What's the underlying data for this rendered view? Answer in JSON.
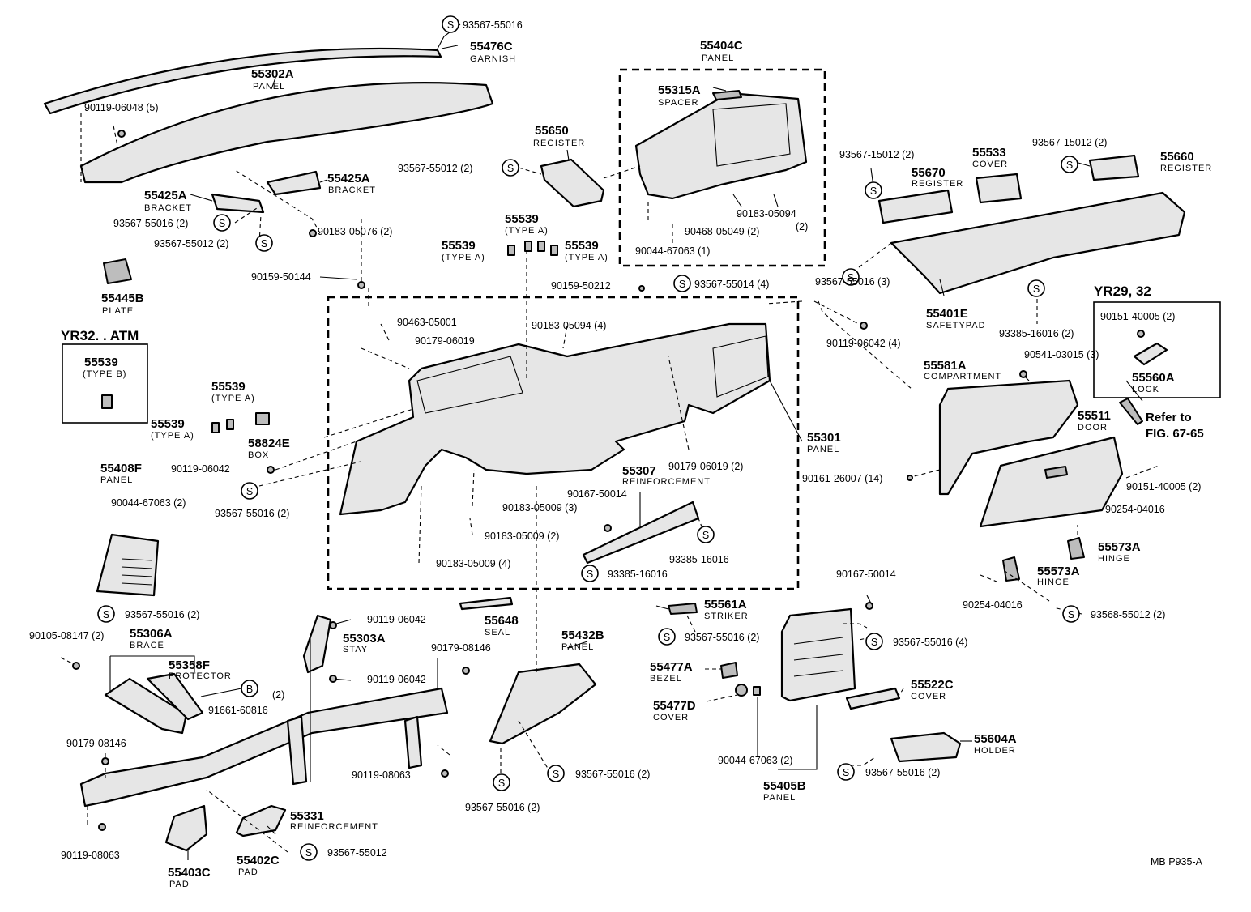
{
  "page_code": "MB  P935-A",
  "groups": {
    "yr32_atm": "YR32. . ATM",
    "yr29_32": "YR29, 32",
    "refer": [
      "Refer to",
      "FIG. 67-65"
    ]
  },
  "symbols": {
    "s": "S",
    "b": "B"
  },
  "labels": {
    "p55476c": [
      "55476C",
      "GARNISH"
    ],
    "p55302a": [
      "55302A",
      "PANEL"
    ],
    "p55404c": [
      "55404C",
      "PANEL"
    ],
    "p55315a": [
      "55315A",
      "SPACER"
    ],
    "p55650": [
      "55650",
      "REGISTER"
    ],
    "p55425a_1": [
      "55425A",
      "BRACKET"
    ],
    "p55425a_2": [
      "55425A",
      "BRACKET"
    ],
    "p55533": [
      "55533",
      "COVER"
    ],
    "p55670": [
      "55670",
      "REGISTER"
    ],
    "p55660": [
      "55660",
      "REGISTER"
    ],
    "p55539_top": [
      "55539",
      "(TYPE A)"
    ],
    "p55539_left": [
      "55539",
      "(TYPE A)"
    ],
    "p55539_right": [
      "55539",
      "(TYPE A)"
    ],
    "p55445b": [
      "55445B",
      "PLATE"
    ],
    "p55539_b": [
      "55539",
      "(TYPE B)"
    ],
    "p55539_mid1": [
      "55539",
      "(TYPE A)"
    ],
    "p55539_mid2": [
      "55539",
      "(TYPE A)"
    ],
    "p58824e": [
      "58824E",
      "BOX"
    ],
    "p55401e": [
      "55401E",
      "SAFETYPAD"
    ],
    "p55581a": [
      "55581A",
      "COMPARTMENT"
    ],
    "p55560a": [
      "55560A",
      "LOCK"
    ],
    "p55511": [
      "55511",
      "DOOR"
    ],
    "p55301": [
      "55301",
      "PANEL"
    ],
    "p55307": [
      "55307",
      "REINFORCEMENT"
    ],
    "p55408f": [
      "55408F",
      "PANEL"
    ],
    "p55573a_1": [
      "55573A",
      "HINGE"
    ],
    "p55573a_2": [
      "55573A",
      "HINGE"
    ],
    "p55648": [
      "55648",
      "SEAL"
    ],
    "p55432b": [
      "55432B",
      "PANEL"
    ],
    "p55561a": [
      "55561A",
      "STRIKER"
    ],
    "p55306a": [
      "55306A",
      "BRACE"
    ],
    "p55303a": [
      "55303A",
      "STAY"
    ],
    "p55358f": [
      "55358F",
      "PROTECTOR"
    ],
    "p55477a": [
      "55477A",
      "BEZEL"
    ],
    "p55477d": [
      "55477D",
      "COVER"
    ],
    "p55522c": [
      "55522C",
      "COVER"
    ],
    "p55604a": [
      "55604A",
      "HOLDER"
    ],
    "p55405b": [
      "55405B",
      "PANEL"
    ],
    "p55331": [
      "55331",
      "REINFORCEMENT"
    ],
    "p55402c": [
      "55402C",
      "PAD"
    ],
    "p55403c": [
      "55403C",
      "PAD"
    ]
  },
  "fasteners": {
    "f01": "93567-55016",
    "f02": "90119-06048 (5)",
    "f03": "93567-55012 (2)",
    "f04": "90183-05094",
    "f05": "(2)",
    "f06": "90468-05049 (2)",
    "f07": "90044-67063 (1)",
    "f08": "93567-15012 (2)",
    "f09": "93567-15012 (2)",
    "f10": "93567-55016 (2)",
    "f11": "90183-05076 (2)",
    "f12": "93567-55012 (2)",
    "f13": "90159-50212",
    "f14": "93567-55014 (4)",
    "f15": "93567-55016 (3)",
    "f16": "93385-16016 (2)",
    "f17": "90159-50144",
    "f18": "90463-05001",
    "f19": "90179-06019",
    "f20": "90183-05094 (4)",
    "f21": "90119-06042 (4)",
    "f22": "90151-40005 (2)",
    "f23": "90541-03015 (3)",
    "f24": "90179-06019 (2)",
    "f25": "90119-06042",
    "f26": "93567-55016 (2)",
    "f27": "90161-26007 (14)",
    "f28": "90151-40005 (2)",
    "f29": "90167-50014",
    "f30": "90183-05009 (3)",
    "f31": "90044-67063 (2)",
    "f32": "90183-05009 (2)",
    "f33": "90254-04016",
    "f34": "93385-16016",
    "f35": "90183-05009 (4)",
    "f36": "93385-16016",
    "f37": "90167-50014",
    "f38": "90254-04016",
    "f39": "93568-55012 (2)",
    "f40": "93567-55016 (2)",
    "f41": "90119-06042",
    "f42": "90105-08147 (2)",
    "f43": "93567-55016 (2)",
    "f44": "93567-55016 (4)",
    "f45": "90179-08146",
    "f46": "90119-06042",
    "f47": "(2)",
    "f48": "91661-60816",
    "f49": "90179-08146",
    "f50": "90119-08063",
    "f51": "93567-55016 (2)",
    "f52": "90044-67063 (2)",
    "f53": "93567-55016 (2)",
    "f54": "93567-55016 (2)",
    "f55": "90119-08063",
    "f56": "93567-55012"
  }
}
